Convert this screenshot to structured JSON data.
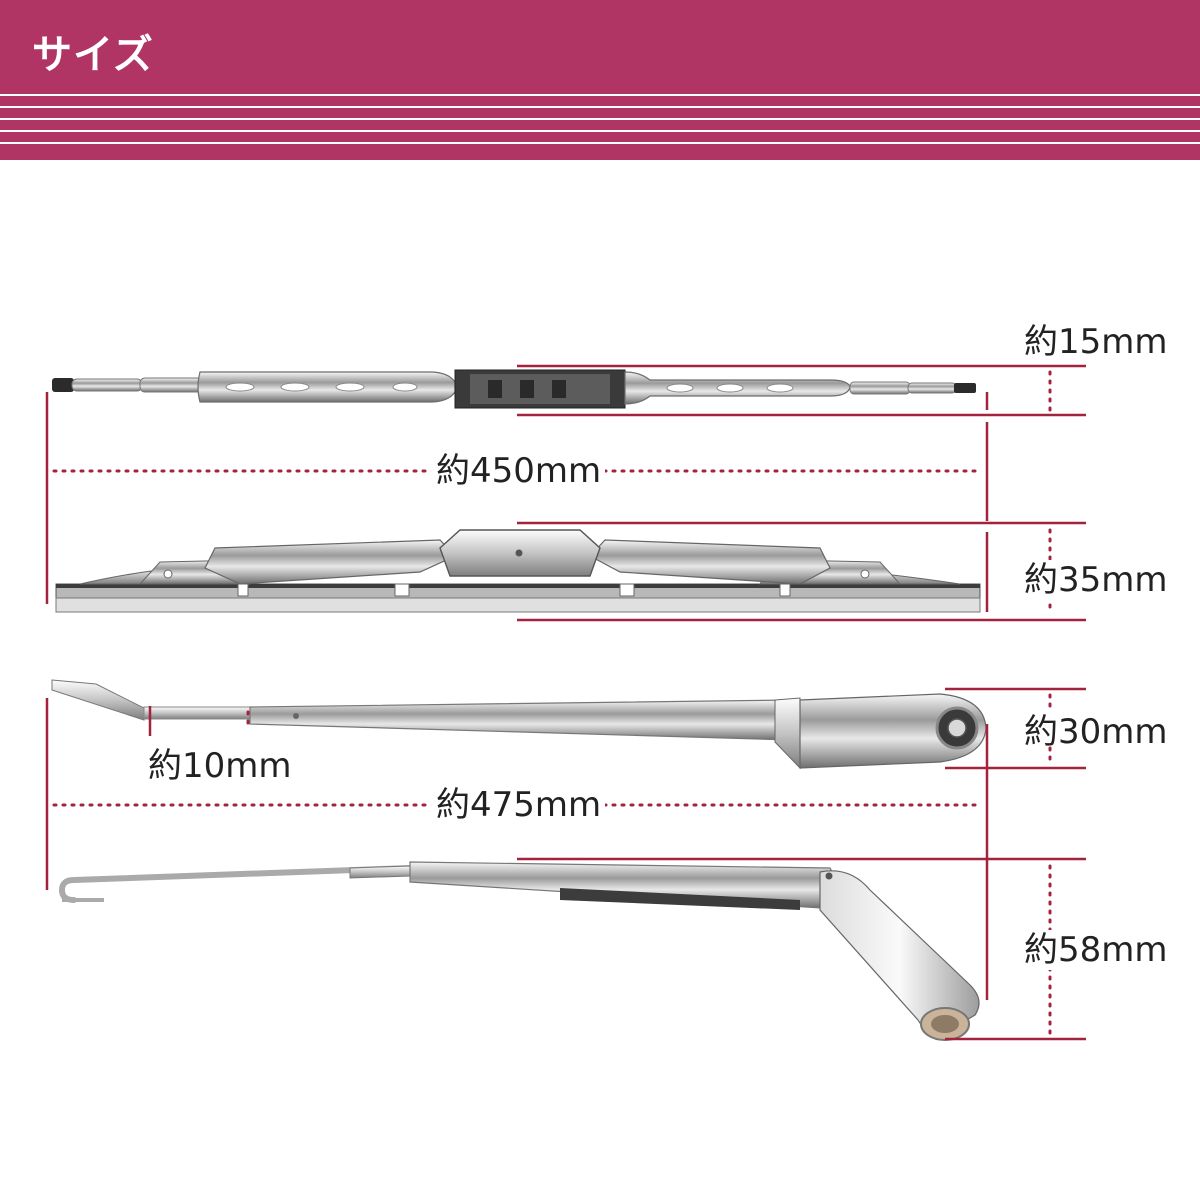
{
  "header": {
    "title": "サイズ"
  },
  "colors": {
    "accent": "#b03565",
    "dimension_line": "#a3233f",
    "chrome_light": "#f2f2f2",
    "chrome_dark": "#7a7a7a"
  },
  "blade": {
    "length_label": "約450mm",
    "thickness_label": "約15mm",
    "height_label": "約35mm"
  },
  "arm": {
    "hook_label": "約10mm",
    "length_label": "約475mm",
    "head_label": "約30mm",
    "height_label": "約58mm"
  }
}
